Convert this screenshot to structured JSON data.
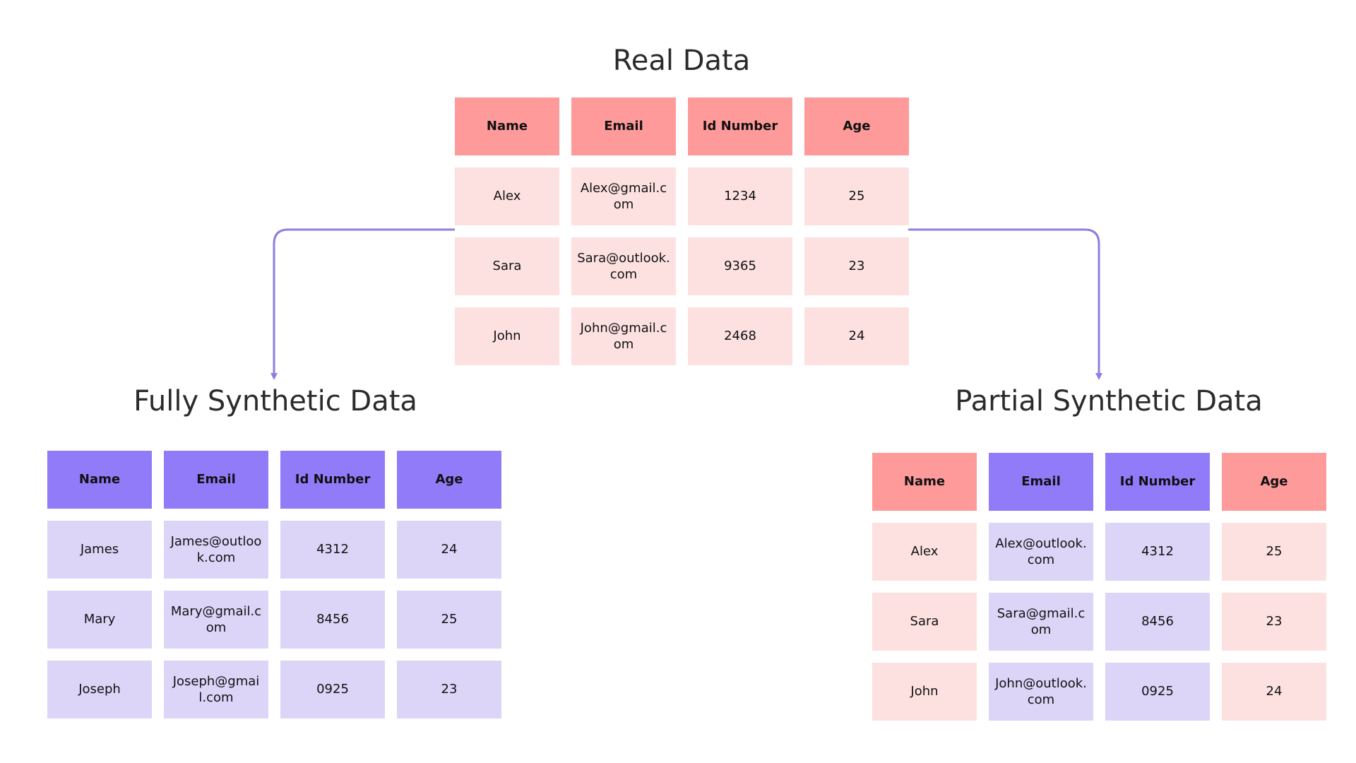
{
  "titles": {
    "real": "Real Data",
    "fully_synthetic": "Fully Synthetic Data",
    "partial_synthetic": "Partial Synthetic Data"
  },
  "colors": {
    "header_coral": "#fe9a9a",
    "header_purple": "#927bf8",
    "body_pink": "#fde1e1",
    "body_lavender": "#dcd5f8",
    "arrow": "#8f7fe0"
  },
  "real_table": {
    "headers": [
      "Name",
      "Email",
      "Id Number",
      "Age"
    ],
    "rows": [
      [
        "Alex",
        "Alex@gmail.com",
        "1234",
        "25"
      ],
      [
        "Sara",
        "Sara@outlook.com",
        "9365",
        "23"
      ],
      [
        "John",
        "John@gmail.com",
        "2468",
        "24"
      ]
    ]
  },
  "fully_synthetic_table": {
    "headers": [
      "Name",
      "Email",
      "Id Number",
      "Age"
    ],
    "rows": [
      [
        "James",
        "James@outlook.com",
        "4312",
        "24"
      ],
      [
        "Mary",
        "Mary@gmail.com",
        "8456",
        "25"
      ],
      [
        "Joseph",
        "Joseph@gmail.com",
        "0925",
        "23"
      ]
    ]
  },
  "partial_synthetic_table": {
    "headers": [
      "Name",
      "Email",
      "Id Number",
      "Age"
    ],
    "rows": [
      [
        "Alex",
        "Alex@outlook.com",
        "4312",
        "25"
      ],
      [
        "Sara",
        "Sara@gmail.com",
        "8456",
        "23"
      ],
      [
        "John",
        "John@outlook.com",
        "0925",
        "24"
      ]
    ],
    "synthetic_columns": [
      "Email",
      "Id Number"
    ]
  }
}
